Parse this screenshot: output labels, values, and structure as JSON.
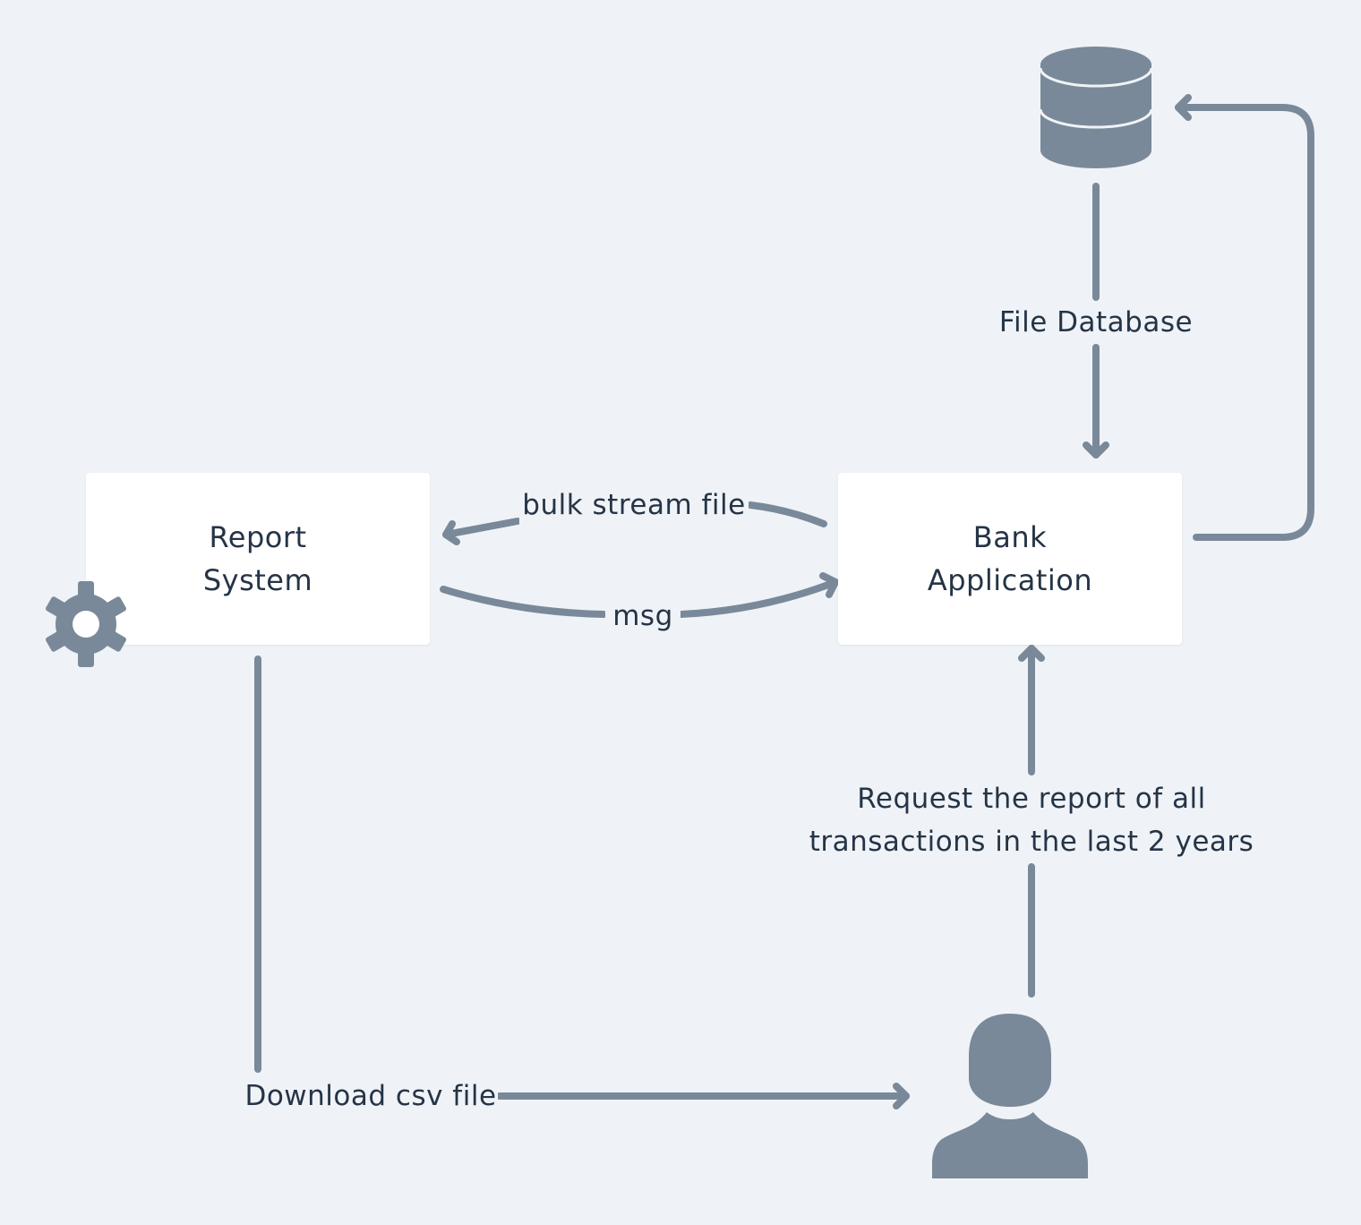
{
  "diagram": {
    "nodes": {
      "report_system": {
        "label": "Report\nSystem"
      },
      "bank_application": {
        "label": "Bank\nApplication"
      }
    },
    "icons": {
      "database": "database-icon",
      "gear": "gear-icon",
      "user": "user-icon"
    },
    "edges": {
      "file_database": "File Database",
      "bulk_stream_file": "bulk stream file",
      "msg": "msg",
      "request_report": "Request the report of all\ntransactions in the last 2 years",
      "download_csv": "Download csv file"
    },
    "colors": {
      "background": "#eff3f7",
      "box": "#ffffff",
      "line": "#7a8999",
      "text": "#253446"
    }
  }
}
